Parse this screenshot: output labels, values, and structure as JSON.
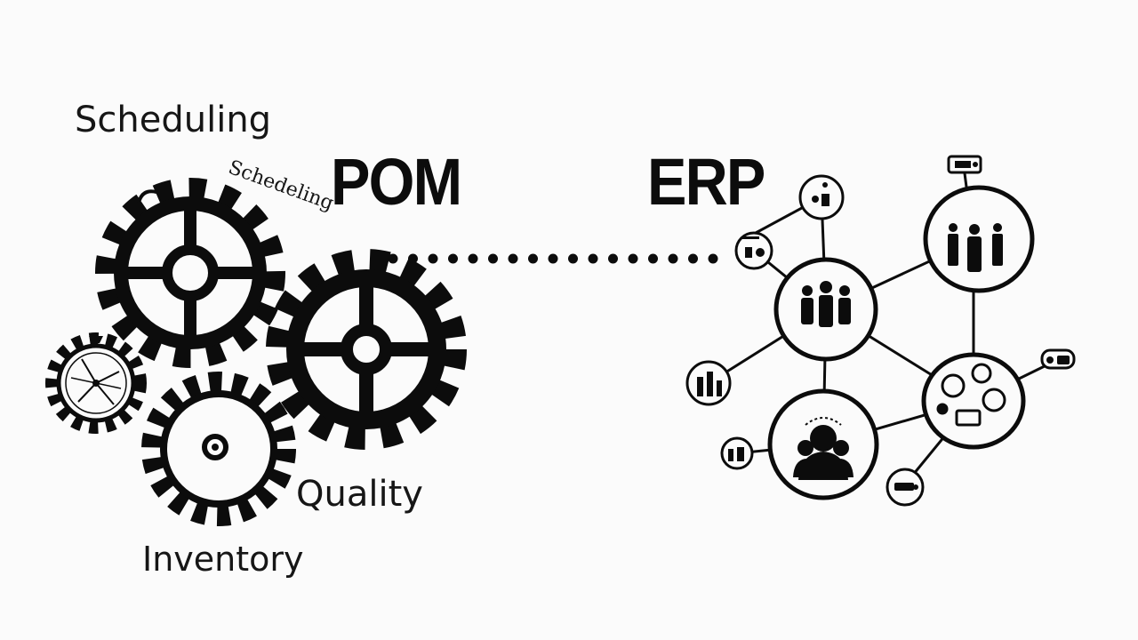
{
  "labels": {
    "scheduling": "Scheduling",
    "scheduling_handwritten": "Schedeling",
    "quality": "Quality",
    "inventory": "Inventory",
    "pom": "POM",
    "erp": "ERP"
  },
  "colors": {
    "ink": "#0c0c0c",
    "background": "#fbfbfb"
  },
  "icons": {
    "gears": [
      "gear-icon",
      "gear-icon",
      "clock-gear-icon",
      "gear-icon"
    ],
    "network_nodes": [
      "people-group-icon",
      "people-icon",
      "person-silhouette-icon",
      "assets-icon"
    ]
  }
}
